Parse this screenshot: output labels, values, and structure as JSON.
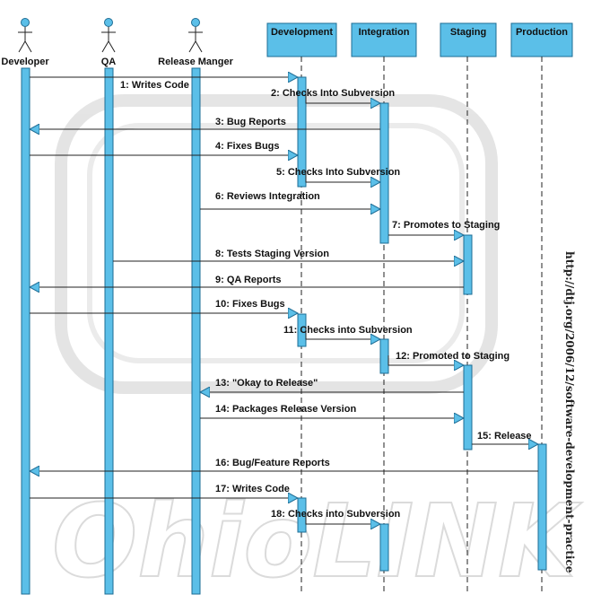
{
  "actors": [
    {
      "id": "developer",
      "label": "Developer"
    },
    {
      "id": "qa",
      "label": "QA"
    },
    {
      "id": "release_manager",
      "label": "Release Manger"
    }
  ],
  "objects": [
    {
      "id": "development",
      "label": "Development"
    },
    {
      "id": "integration",
      "label": "Integration"
    },
    {
      "id": "staging",
      "label": "Staging"
    },
    {
      "id": "production",
      "label": "Production"
    }
  ],
  "messages": [
    {
      "n": 1,
      "label": "1: Writes Code",
      "from": "developer",
      "to": "development"
    },
    {
      "n": 2,
      "label": "2: Checks Into Subversion",
      "from": "development",
      "to": "integration"
    },
    {
      "n": 3,
      "label": "3: Bug Reports",
      "from": "integration",
      "to": "developer"
    },
    {
      "n": 4,
      "label": "4: Fixes Bugs",
      "from": "developer",
      "to": "development"
    },
    {
      "n": 5,
      "label": "5: Checks Into Subversion",
      "from": "development",
      "to": "integration"
    },
    {
      "n": 6,
      "label": "6: Reviews Integration",
      "from": "release_manager",
      "to": "integration"
    },
    {
      "n": 7,
      "label": "7: Promotes to Staging",
      "from": "integration",
      "to": "staging"
    },
    {
      "n": 8,
      "label": "8: Tests Staging Version",
      "from": "qa",
      "to": "staging"
    },
    {
      "n": 9,
      "label": "9: QA Reports",
      "from": "staging",
      "to": "developer"
    },
    {
      "n": 10,
      "label": "10: Fixes Bugs",
      "from": "developer",
      "to": "development"
    },
    {
      "n": 11,
      "label": "11: Checks into Subversion",
      "from": "development",
      "to": "integration"
    },
    {
      "n": 12,
      "label": "12: Promoted to Staging",
      "from": "integration",
      "to": "staging"
    },
    {
      "n": 13,
      "label": "13: \"Okay to Release\"",
      "from": "staging",
      "to": "release_manager"
    },
    {
      "n": 14,
      "label": "14: Packages Release Version",
      "from": "release_manager",
      "to": "staging"
    },
    {
      "n": 15,
      "label": "15: Release",
      "from": "staging",
      "to": "production"
    },
    {
      "n": 16,
      "label": "16: Bug/Feature Reports",
      "from": "production",
      "to": "developer"
    },
    {
      "n": 17,
      "label": "17: Writes Code",
      "from": "developer",
      "to": "development"
    },
    {
      "n": 18,
      "label": "18: Checks into Subversion",
      "from": "development",
      "to": "integration"
    }
  ],
  "side_text": "http://dtj.org/2006/12/software-development-practice",
  "watermark_text": "OhioLINK",
  "colors": {
    "lifeline_fill": "#5bbfe8",
    "lifeline_stroke": "#1e6c94",
    "header_fill": "#5bbfe8",
    "line": "#222222",
    "watermark": "#d8d8d8"
  }
}
